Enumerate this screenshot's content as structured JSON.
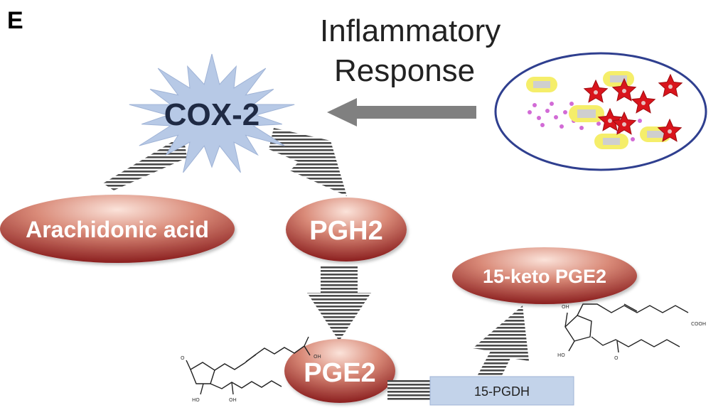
{
  "panel_label": "E",
  "inflammatory_response": {
    "line1": "Inflammatory",
    "line2": "Response"
  },
  "cox2": {
    "label": "COX-2",
    "fill": "#b7c9e6"
  },
  "nodes": {
    "arachidonic_acid": "Arachidonic acid",
    "pgh2": "PGH2",
    "pge2": "PGE2",
    "keto_pge2": "15-keto PGE2"
  },
  "enzyme": {
    "label": "15-PGDH",
    "fill": "#c3d3ea"
  },
  "structures": {
    "pge2": {
      "cooh": "OH",
      "oxo": "O",
      "oh1": "HO",
      "oh2": "OH"
    },
    "keto_pge2": {
      "cooh": "COOH",
      "oh": "OH",
      "oxo": "O",
      "hydroxyl": "HO"
    }
  },
  "colors": {
    "node_light": "#f7d8cf",
    "node_dark": "#8b1f1f",
    "cell_outline": "#2f3f8f",
    "star_fill": "#d9141c",
    "granule_fill": "#f5ee6a",
    "arrow_gray": "#808080",
    "stripe_dark": "#4a4a4a"
  }
}
